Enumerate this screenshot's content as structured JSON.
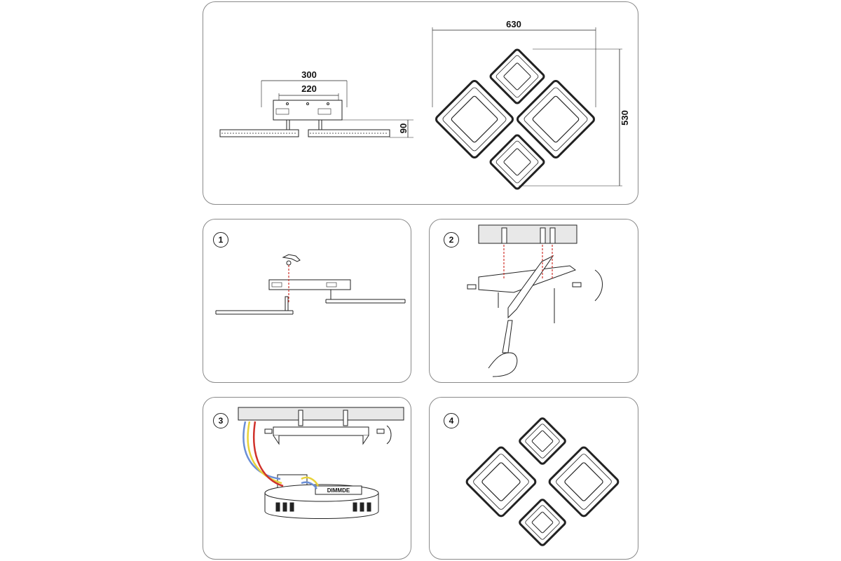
{
  "dimensions": {
    "width_total": "630",
    "height_total": "530",
    "base_width": "300",
    "base_inner_width": "220",
    "height_profile": "90"
  },
  "steps": [
    {
      "number": "1"
    },
    {
      "number": "2"
    },
    {
      "number": "3",
      "driver_label": "DIMMDE"
    },
    {
      "number": "4"
    }
  ],
  "colors": {
    "line": "#222222",
    "panel_border": "#8a8a8a",
    "red_dashed": "#d0322b",
    "wire_yellow": "#e8d23a",
    "wire_blue": "#6b8fd6",
    "wire_red": "#d0322b",
    "ceiling_fill": "#e8e8e8"
  }
}
